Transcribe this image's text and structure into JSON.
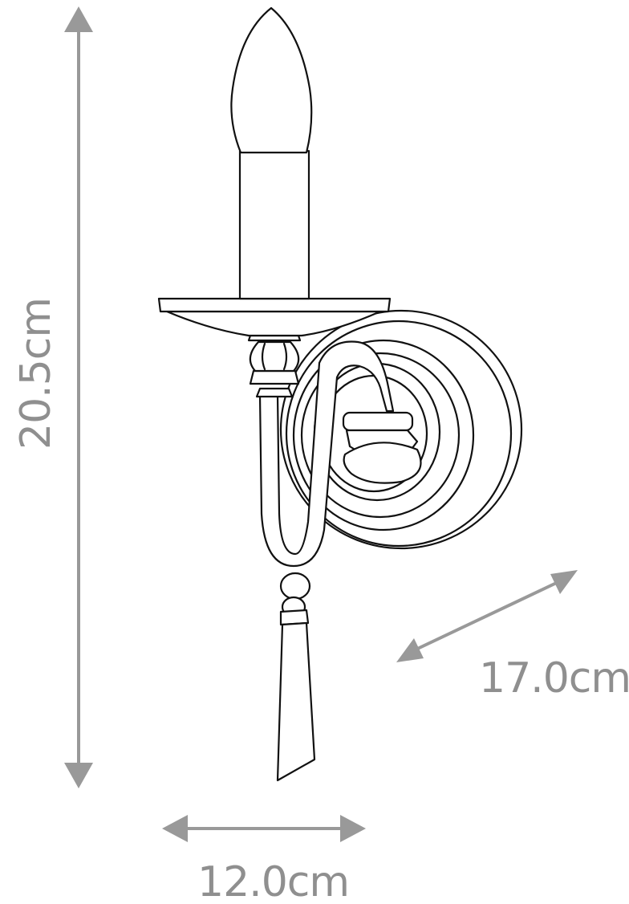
{
  "product": "wall-sconce-single-candle",
  "dimensions": {
    "height_label": "20.5cm",
    "depth_label": "17.0cm",
    "width_label": "12.0cm"
  },
  "colors": {
    "dimension": "#999999",
    "outline": "#111111",
    "background": "#ffffff"
  }
}
